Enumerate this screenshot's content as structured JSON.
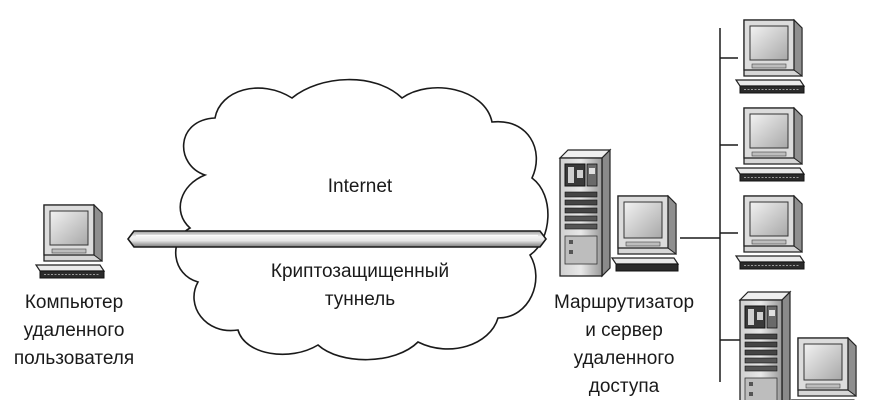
{
  "cloud": {
    "label": "Internet"
  },
  "tunnel": {
    "label_line1": "Криптозащищенный",
    "label_line2": "туннель"
  },
  "remote_user": {
    "label_line1": "Компьютер",
    "label_line2": "удаленного",
    "label_line3": "пользователя"
  },
  "access_server": {
    "label_line1": "Маршрутизатор",
    "label_line2": "и сервер",
    "label_line3": "удаленного",
    "label_line4": "доступа"
  }
}
